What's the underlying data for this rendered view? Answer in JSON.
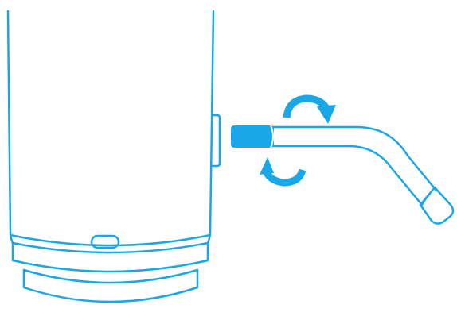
{
  "diagram": {
    "background": "#ffffff",
    "line_color": "#1aa7e8",
    "fill_color": "#1aa7e8",
    "parts": {
      "pump_body": {
        "icon": "dispenser-body"
      },
      "side_port": {
        "icon": "connection-port"
      },
      "indicator_slot": {
        "icon": "oval-indicator"
      },
      "base": {
        "icon": "base-ring"
      },
      "hose": {
        "icon": "bent-hose"
      },
      "hose_connector": {
        "icon": "hose-connector"
      },
      "hose_tip": {
        "icon": "hose-tip"
      },
      "rotate_top": {
        "icon": "rotate-arrow-icon"
      },
      "rotate_bottom": {
        "icon": "rotate-arrow-icon"
      }
    }
  }
}
